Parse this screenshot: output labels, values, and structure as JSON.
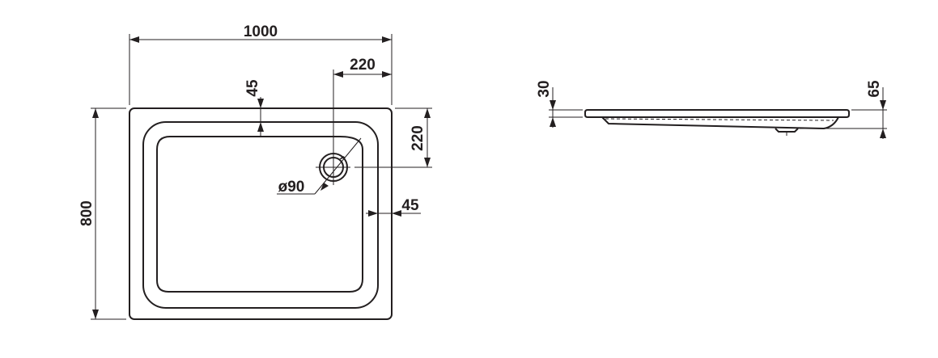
{
  "top_view": {
    "dimensions": {
      "width": "1000",
      "height": "800",
      "drain_offset_x": "220",
      "drain_offset_y": "220",
      "rim_top": "45",
      "rim_side": "45",
      "drain_diameter": "ø90"
    }
  },
  "side_view": {
    "dimensions": {
      "rim_height": "30",
      "total_height": "65"
    }
  },
  "colors": {
    "line": "#231f20",
    "background": "#ffffff"
  }
}
